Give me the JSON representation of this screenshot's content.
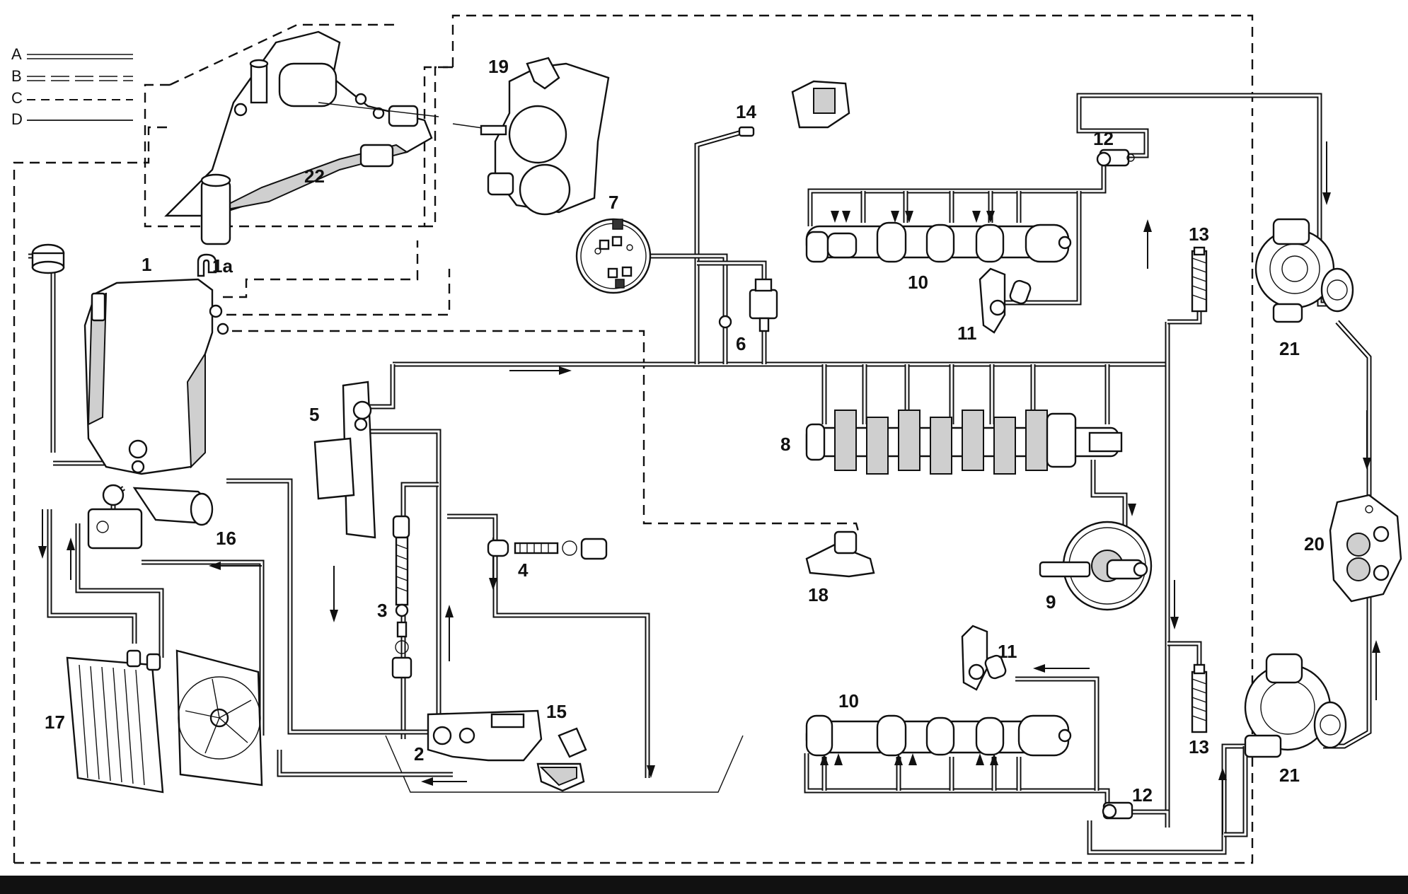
{
  "legend": [
    {
      "key": "A",
      "style": "double-line"
    },
    {
      "key": "B",
      "style": "double-dashed"
    },
    {
      "key": "C",
      "style": "dashed"
    },
    {
      "key": "D",
      "style": "single-line"
    }
  ],
  "labels": {
    "p1": "1",
    "p1a": "1a",
    "p2": "2",
    "p3": "3",
    "p4": "4",
    "p5": "5",
    "p6": "6",
    "p7": "7",
    "p8": "8",
    "p9": "9",
    "p10_top": "10",
    "p10_bottom": "10",
    "p11_top": "11",
    "p11_bottom": "11",
    "p12_top": "12",
    "p12_bottom": "12",
    "p13_top": "13",
    "p13_bottom": "13",
    "p14": "14",
    "p15": "15",
    "p16": "16",
    "p17": "17",
    "p18": "18",
    "p19": "19",
    "p20": "20",
    "p21_top": "21",
    "p21_bottom": "21",
    "p22": "22"
  }
}
